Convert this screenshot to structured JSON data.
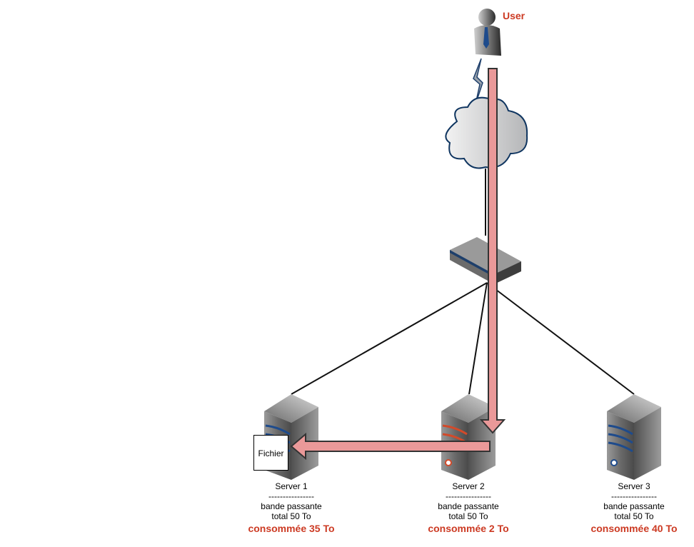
{
  "user": {
    "label": "User"
  },
  "file": {
    "label": "Fichier"
  },
  "colors": {
    "accent_red": "#cc3a23",
    "flow_arrow": "#ea9999",
    "server_stripe_blue": "#1e4b8c",
    "server_stripe_red": "#d24a2a"
  },
  "servers": [
    {
      "name": "Server 1",
      "separator": "----------------",
      "line1": "bande passante",
      "line2": "total 50 To",
      "consumed": "consommée 35 To",
      "stripe": "blue"
    },
    {
      "name": "Server 2",
      "separator": "----------------",
      "line1": "bande passante",
      "line2": "total 50 To",
      "consumed": "consommée 2 To",
      "stripe": "red"
    },
    {
      "name": "Server 3",
      "separator": "----------------",
      "line1": "bande passante",
      "line2": "total 50 To",
      "consumed": "consommée 40 To",
      "stripe": "blue"
    }
  ]
}
